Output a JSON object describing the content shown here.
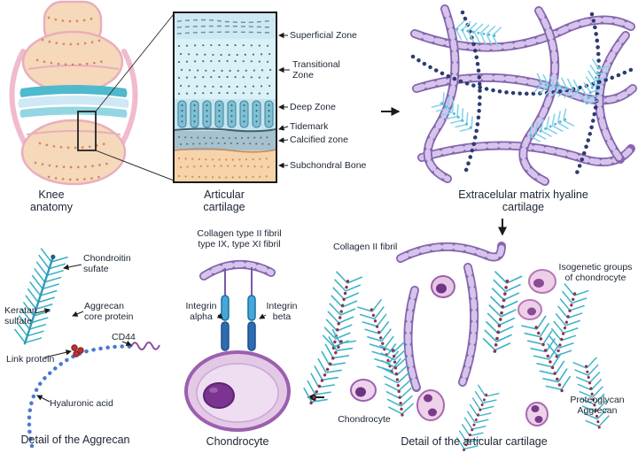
{
  "colors": {
    "fiber_purple": "#8566ae",
    "fiber_light": "#d6c4ec",
    "chain_navy": "#2c3b72",
    "bristle_teal": "#3fb3c8",
    "spine_maroon": "#93304f",
    "bone_peach": "#f6d8ba",
    "cell_purple": "#9c5fae",
    "hyaluronic_blue": "#4a7ad0"
  },
  "knee": {
    "caption": "Knee\nanatomy"
  },
  "articular": {
    "caption": "Articular\ncartilage",
    "zones": {
      "superficial": "Superficial Zone",
      "transitional": "Transitional\nZone",
      "deep": "Deep Zone",
      "tidemark": "Tidemark",
      "calcified": "Calcified zone",
      "subchondral": "Subchondral Bone"
    }
  },
  "ecm": {
    "caption": "Extracelular matrix hyaline\ncartilage"
  },
  "aggrecan": {
    "caption": "Detail of the Aggrecan",
    "chondroitin": "Chondroitin\nsufate",
    "keratan": "Keratan\nsulfate",
    "core_protein": "Aggrecan\ncore protein",
    "link_protein": "Link protein",
    "cd44": "CD44",
    "hyaluronic": "Hyaluronic acid"
  },
  "chondrocyte": {
    "caption": "Chondrocyte",
    "collagen_label": "Collagen type II fibril\ntype IX, type XI fibril",
    "integrin_alpha": "Integrin\nalpha",
    "integrin_beta": "Integrin\nbeta"
  },
  "detail": {
    "caption": "Detail of the articular cartilage",
    "collagen": "Collagen II fibril",
    "isogenetic": "Isogenetic groups\nof chondrocyte",
    "chondrocyte": "Chondrocyte",
    "proteoglycan": "Proteoglycan\nAggrecan"
  }
}
